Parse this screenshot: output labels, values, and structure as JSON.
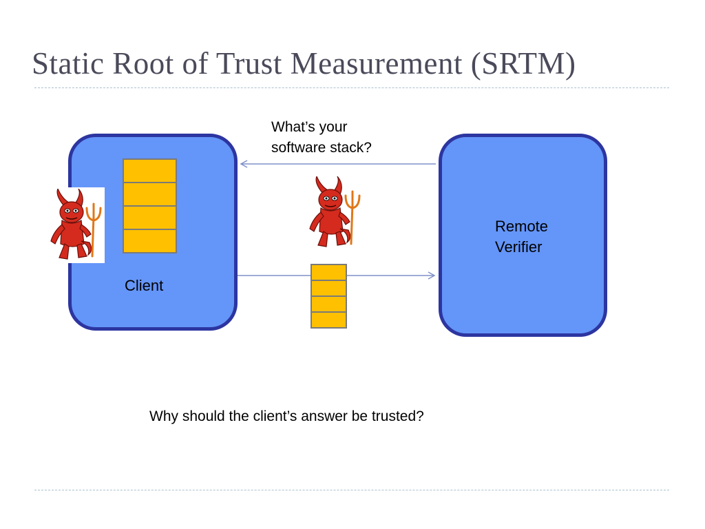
{
  "title": "Static Root of Trust Measurement (SRTM)",
  "client": {
    "label": "Client",
    "stack_layers": 4
  },
  "verifier": {
    "label_line1": "Remote",
    "label_line2": "Verifier"
  },
  "question": {
    "line1": "What’s your",
    "line2": "software stack?"
  },
  "response": {
    "stack_layers": 4
  },
  "bottom_question": "Why should the client’s answer be trusted?",
  "colors": {
    "box_fill": "#6495f9",
    "box_border": "#2c35a0",
    "stack_fill": "#ffc000",
    "arrow": "#7f90c8",
    "devil": "#d42b1e"
  },
  "icons": [
    "devil-icon",
    "devil-icon"
  ]
}
